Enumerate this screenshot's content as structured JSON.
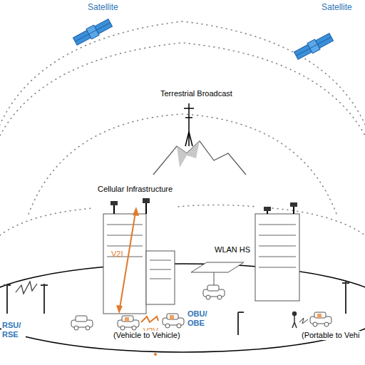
{
  "diagram": {
    "labels": [
      "Satellite",
      "Satellite",
      "Terrestrial Broadcast",
      "Cellular Infrastructure",
      "V2I",
      "WLAN HS",
      "V2V",
      "OBU/ OBE",
      "RSU/ RSE",
      "(Vehicle to Vehicle)",
      "(Portable to Vehi"
    ]
  }
}
